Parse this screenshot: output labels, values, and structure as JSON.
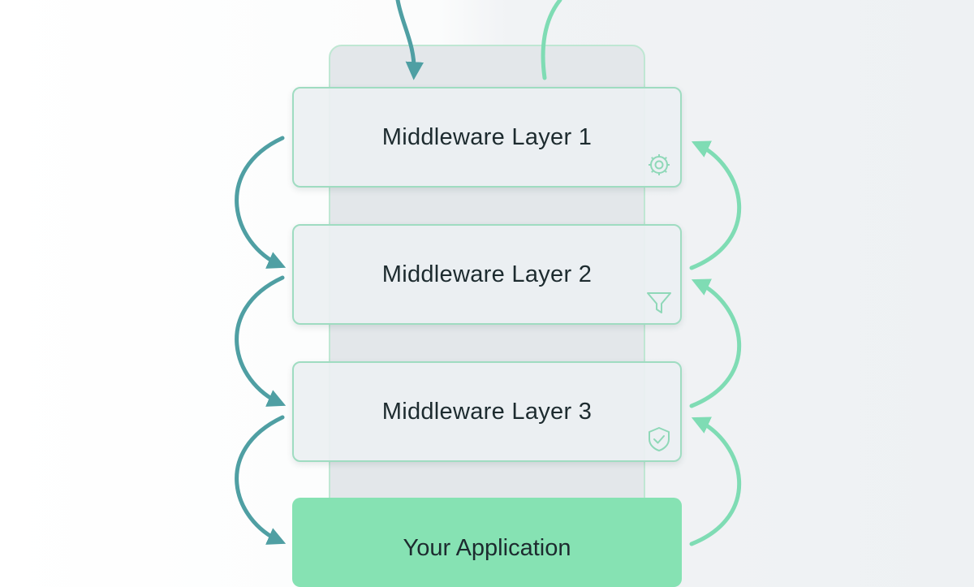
{
  "diagram": {
    "layers": [
      {
        "label": "Middleware Layer 1",
        "icon": "gear-icon"
      },
      {
        "label": "Middleware Layer 2",
        "icon": "funnel-icon"
      },
      {
        "label": "Middleware Layer 3",
        "icon": "shield-check-icon"
      }
    ],
    "application": {
      "label": "Your Application"
    },
    "colors": {
      "request_arrow": "#4f9fa3",
      "response_arrow": "#7fdcb4",
      "layer_border": "#9fdcc1",
      "application_fill": "#86e2b3"
    }
  }
}
